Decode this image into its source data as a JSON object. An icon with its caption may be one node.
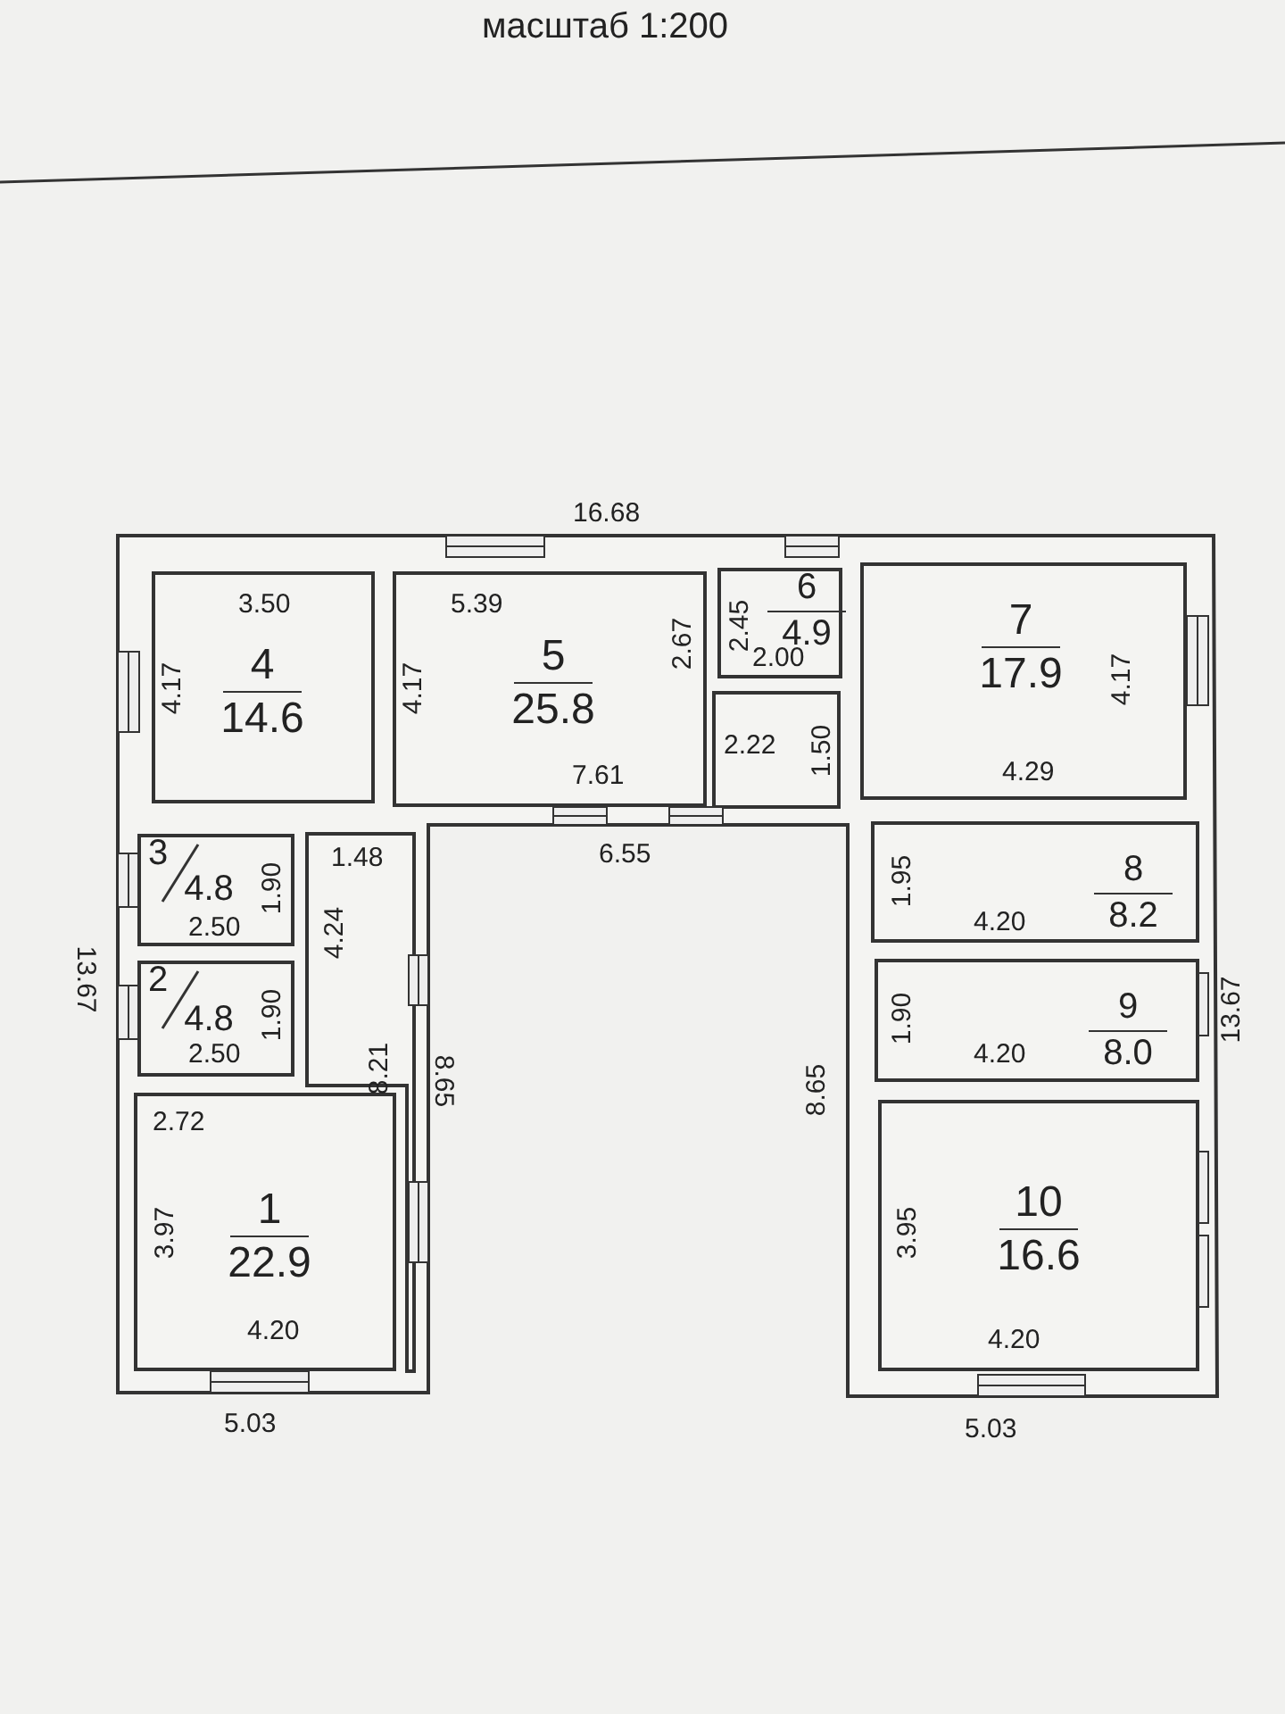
{
  "diagram": {
    "title": "масштаб 1:200",
    "nodes": [
      {
        "text": [
          "4",
          "14.6"
        ]
      },
      {
        "text": [
          "5",
          "25.8"
        ]
      },
      {
        "text": [
          "6",
          "4.9"
        ]
      },
      {
        "text": [
          "7",
          "17.9"
        ]
      },
      {
        "text": [
          "3",
          "4.8"
        ]
      },
      {
        "text": [
          "8",
          "8.2"
        ]
      },
      {
        "text": [
          "2",
          "4.8"
        ]
      },
      {
        "text": [
          "9",
          "8.0"
        ]
      },
      {
        "text": [
          "1",
          "22.9"
        ]
      },
      {
        "text": [
          "10",
          "16.6"
        ]
      }
    ],
    "labels": [
      "16.68",
      "3.50",
      "5.39",
      "2.67",
      "2.45",
      "2.00",
      "4.17",
      "4.17",
      "4.17",
      "2.22",
      "1.50",
      "7.61",
      "4.29",
      "1.48",
      "6.55",
      "1.90",
      "1.95",
      "13.67",
      "13.67",
      "2.50",
      "4.20",
      "4.24",
      "1.90",
      "1.90",
      "2.50",
      "4.20",
      "2.72",
      "8.21",
      "8.65",
      "8.65",
      "3.97",
      "3.95",
      "4.20",
      "4.20",
      "5.03",
      "5.03"
    ]
  }
}
